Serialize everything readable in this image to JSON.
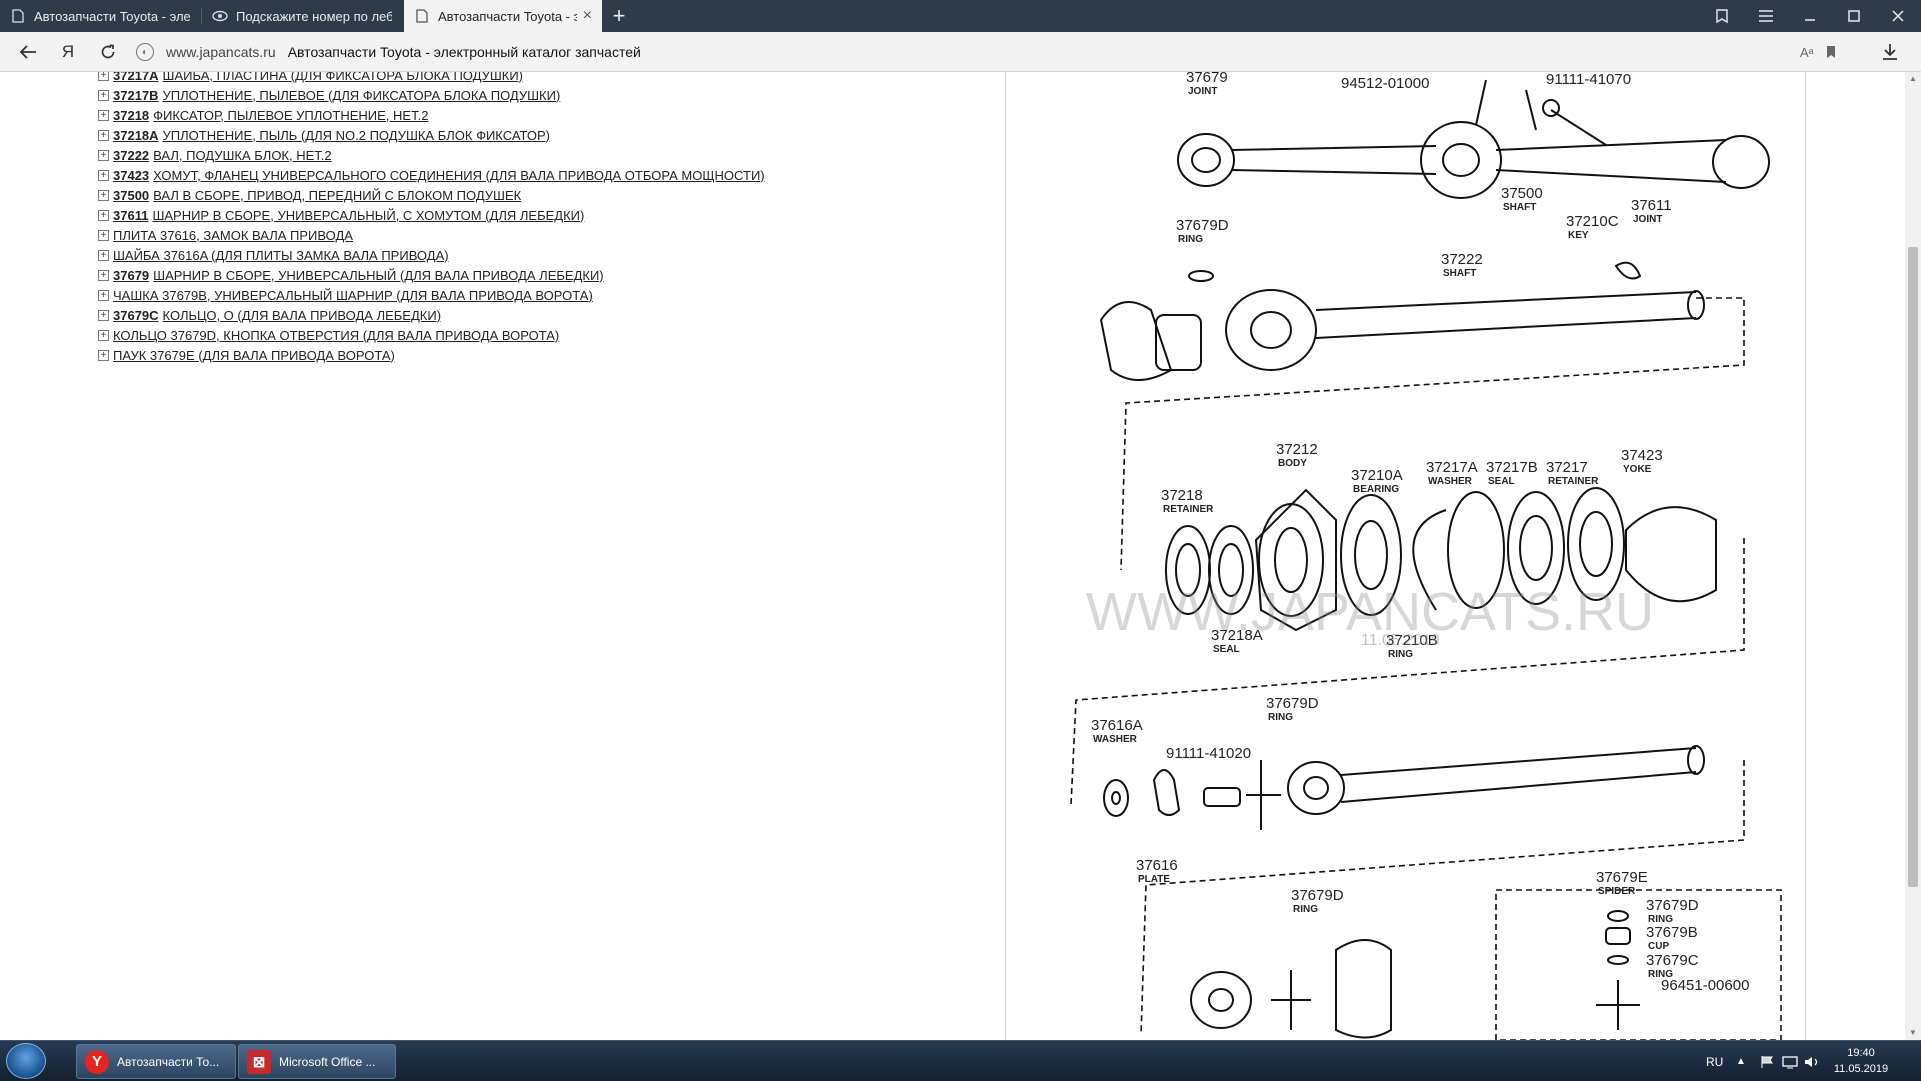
{
  "browser": {
    "tabs": [
      {
        "title": "Автозапчасти Toyota - электронный каталог запчастей",
        "active": false,
        "icon": "document-icon"
      },
      {
        "title": "Подскажите номер по лебедке",
        "active": false,
        "icon": "eye-icon"
      },
      {
        "title": "Автозапчасти Toyota - электронный каталог запчастей",
        "active": true,
        "icon": "document-icon"
      }
    ],
    "address": {
      "host": "www.japancats.ru",
      "page_title": "Автозапчасти Toyota - электронный каталог запчастей"
    },
    "yandex_letter": "Я",
    "translate_label": "Aᵃ"
  },
  "parts": [
    {
      "num": "37217A",
      "name": "ШАЙБА, ПЛАСТИНА (ДЛЯ ФИКСАТОРА БЛОКА ПОДУШКИ)"
    },
    {
      "num": "37217B",
      "name": "УПЛОТНЕНИЕ, ПЫЛЕВОЕ (ДЛЯ ФИКСАТОРА БЛОКА ПОДУШКИ)"
    },
    {
      "num": "37218",
      "name": "ФИКСАТОР, ПЫЛЕВОЕ УПЛОТНЕНИЕ, НЕТ.2"
    },
    {
      "num": "37218A",
      "name": "УПЛОТНЕНИЕ, ПЫЛЬ (ДЛЯ NO.2 ПОДУШКА БЛОК ФИКСАТОР)"
    },
    {
      "num": "37222",
      "name": "ВАЛ, ПОДУШКА БЛОК, НЕТ.2"
    },
    {
      "num": "37423",
      "name": "ХОМУТ, ФЛАНЕЦ УНИВЕРСАЛЬНОГО СОЕДИНЕНИЯ (ДЛЯ ВАЛА ПРИВОДА ОТБОРА МОЩНОСТИ)"
    },
    {
      "num": "37500",
      "name": "ВАЛ В СБОРЕ, ПРИВОД, ПЕРЕДНИЙ С БЛОКОМ ПОДУШЕК"
    },
    {
      "num": "37611",
      "name": "ШАРНИР В СБОРЕ, УНИВЕРСАЛЬНЫЙ, С ХОМУТОМ (ДЛЯ ЛЕБЕДКИ)"
    },
    {
      "num": "",
      "name": "ПЛИТА 37616, ЗАМОК ВАЛА ПРИВОДА"
    },
    {
      "num": "",
      "name": "ШАЙБА 37616A (ДЛЯ ПЛИТЫ ЗАМКА ВАЛА ПРИВОДА)"
    },
    {
      "num": "37679",
      "name": "ШАРНИР В СБОРЕ, УНИВЕРСАЛЬНЫЙ (ДЛЯ ВАЛА ПРИВОДА ЛЕБЕДКИ)"
    },
    {
      "num": "",
      "name": "ЧАШКА 37679B, УНИВЕРСАЛЬНЫЙ ШАРНИР (ДЛЯ ВАЛА ПРИВОДА ВОРОТА)"
    },
    {
      "num": "37679C",
      "name": "КОЛЬЦО, О (ДЛЯ ВАЛА ПРИВОДА ЛЕБЕДКИ)"
    },
    {
      "num": "",
      "name": "КОЛЬЦО 37679D, КНОПКА ОТВЕРСТИЯ (ДЛЯ ВАЛА ПРИВОДА ВОРОТА)"
    },
    {
      "num": "",
      "name": "ПАУК 37679E (ДЛЯ ВАЛА ПРИВОДА ВОРОТА)"
    }
  ],
  "diagram": {
    "watermark": "WWW.JAPANCATS.RU",
    "watermark_date": "11.05.2019",
    "labels": [
      {
        "code": "37679",
        "word": "JOINT"
      },
      {
        "code": "94512-01000",
        "word": ""
      },
      {
        "code": "91111-41070",
        "word": ""
      },
      {
        "code": "37500",
        "word": "SHAFT"
      },
      {
        "code": "37611",
        "word": "JOINT"
      },
      {
        "code": "37679D",
        "word": "RING"
      },
      {
        "code": "37222",
        "word": "SHAFT"
      },
      {
        "code": "37210C",
        "word": "KEY"
      },
      {
        "code": "37212",
        "word": "BODY"
      },
      {
        "code": "37210A",
        "word": "BEARING"
      },
      {
        "code": "37217A",
        "word": "WASHER"
      },
      {
        "code": "37217B",
        "word": "SEAL"
      },
      {
        "code": "37217",
        "word": "RETAINER"
      },
      {
        "code": "37423",
        "word": "YOKE"
      },
      {
        "code": "37218",
        "word": "RETAINER"
      },
      {
        "code": "37218A",
        "word": "SEAL"
      },
      {
        "code": "37210B",
        "word": "RING"
      },
      {
        "code": "37679D",
        "word": "RING"
      },
      {
        "code": "37616A",
        "word": "WASHER"
      },
      {
        "code": "91111-41020",
        "word": ""
      },
      {
        "code": "37616",
        "word": "PLATE"
      },
      {
        "code": "37679E",
        "word": "SPIDER"
      },
      {
        "code": "37679D",
        "word": "RING"
      },
      {
        "code": "37679D",
        "word": "RING"
      },
      {
        "code": "37679B",
        "word": "CUP"
      },
      {
        "code": "37679C",
        "word": "RING"
      },
      {
        "code": "96451-00600",
        "word": ""
      }
    ]
  },
  "taskbar": {
    "tasks": [
      {
        "label": "Автозапчасти То...",
        "icon": "yandex-browser-icon"
      },
      {
        "label": "Microsoft Office ...",
        "icon": "office-picture-manager-icon"
      }
    ],
    "language": "RU",
    "time": "19:40",
    "date": "11.05.2019"
  },
  "colors": {
    "tabstrip": "#2f3b49",
    "toolbar": "#f2f2f2",
    "taskbar": "#13202f",
    "yandex_red": "#e52620"
  }
}
